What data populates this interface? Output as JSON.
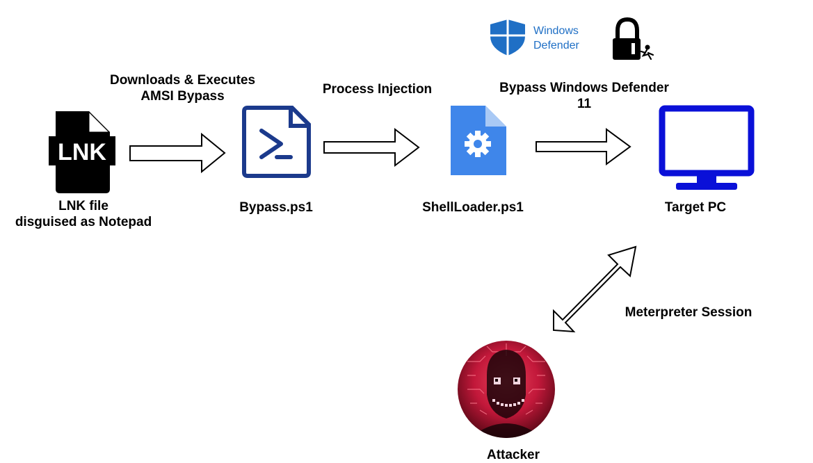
{
  "nodes": {
    "lnk": {
      "icon_text": "LNK",
      "label_line1": "LNK file",
      "label_line2": "disguised as Notepad"
    },
    "bypass": {
      "label": "Bypass.ps1"
    },
    "shellloader": {
      "label": "ShellLoader.ps1"
    },
    "target": {
      "label": "Target PC"
    },
    "attacker": {
      "label": "Attacker"
    }
  },
  "edges": {
    "lnk_to_bypass": {
      "label_line1": "Downloads & Executes",
      "label_line2": "AMSI Bypass"
    },
    "bypass_to_shellloader": {
      "label": "Process Injection"
    },
    "shellloader_to_target": {
      "label_line1": "Bypass Windows Defender",
      "label_line2": "11"
    },
    "attacker_target": {
      "label": "Meterpreter Session"
    }
  },
  "defender_logo": {
    "line1": "Windows",
    "line2": "Defender"
  },
  "colors": {
    "powershell_blue": "#1b3a8c",
    "shellloader_blue": "#3f86ea",
    "shellloader_fold": "#a9c9f5",
    "monitor_blue": "#0a10d8",
    "defender_blue": "#1f6fc5",
    "attacker_red": "#c2183a"
  }
}
